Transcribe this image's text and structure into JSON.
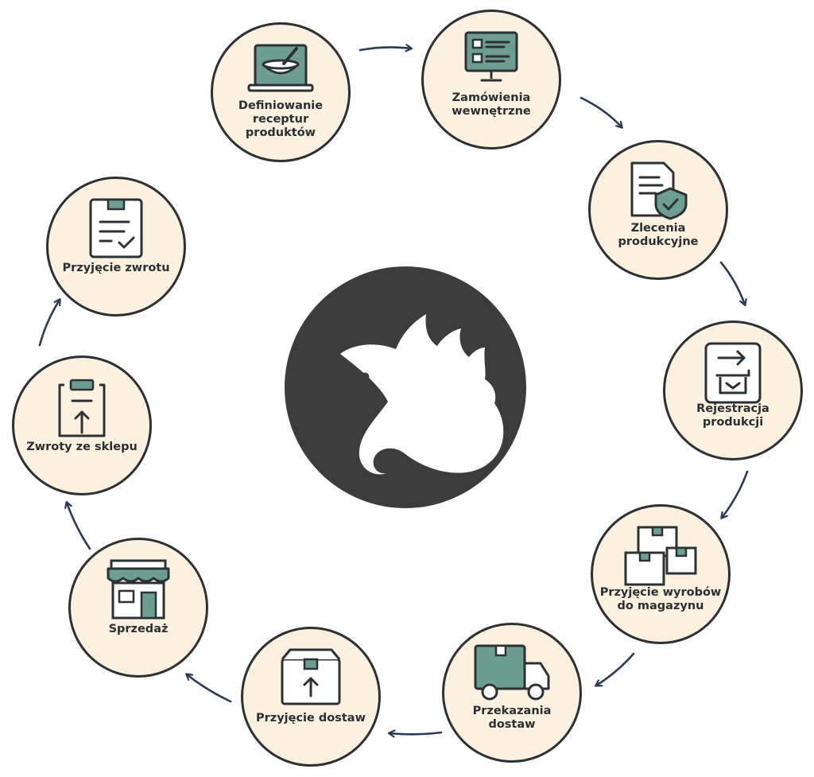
{
  "diagram": {
    "steps": [
      {
        "id": "definiowanie",
        "label": "Definiowanie\nreceptur\nproduktów",
        "icon": "laptop-bowl-icon"
      },
      {
        "id": "zamowienia",
        "label": "Zamówienia\nwewnętrzne",
        "icon": "monitor-checklist-icon"
      },
      {
        "id": "zlecenia",
        "label": "Zlecenia\nprodukcyjne",
        "icon": "document-shield-icon"
      },
      {
        "id": "rejestracja",
        "label": "Rejestracja\nprodukcji",
        "icon": "transfer-box-icon"
      },
      {
        "id": "przyjecie-wyrobow",
        "label": "Przyjęcie wyrobów\ndo magazynu",
        "icon": "stacked-boxes-icon"
      },
      {
        "id": "przekazania",
        "label": "Przekazania\ndostaw",
        "icon": "delivery-truck-icon"
      },
      {
        "id": "przyjecie-dostaw",
        "label": "Przyjęcie dostaw",
        "icon": "package-arrow-up-icon"
      },
      {
        "id": "sprzedaz",
        "label": "Sprzedaż",
        "icon": "storefront-icon"
      },
      {
        "id": "zwroty",
        "label": "Zwroty ze sklepu",
        "icon": "clipboard-arrow-up-icon"
      },
      {
        "id": "przyjecie-zwrotu",
        "label": "Przyjęcie zwrotu",
        "icon": "clipboard-check-icon"
      }
    ],
    "center_logo": "phoenix-logo-icon",
    "colors": {
      "node_fill": "#fcf1df",
      "outline": "#2c3135",
      "accent": "#6e9e90",
      "hub": "#3c3c3c",
      "arrow": "#2b3a55"
    }
  }
}
